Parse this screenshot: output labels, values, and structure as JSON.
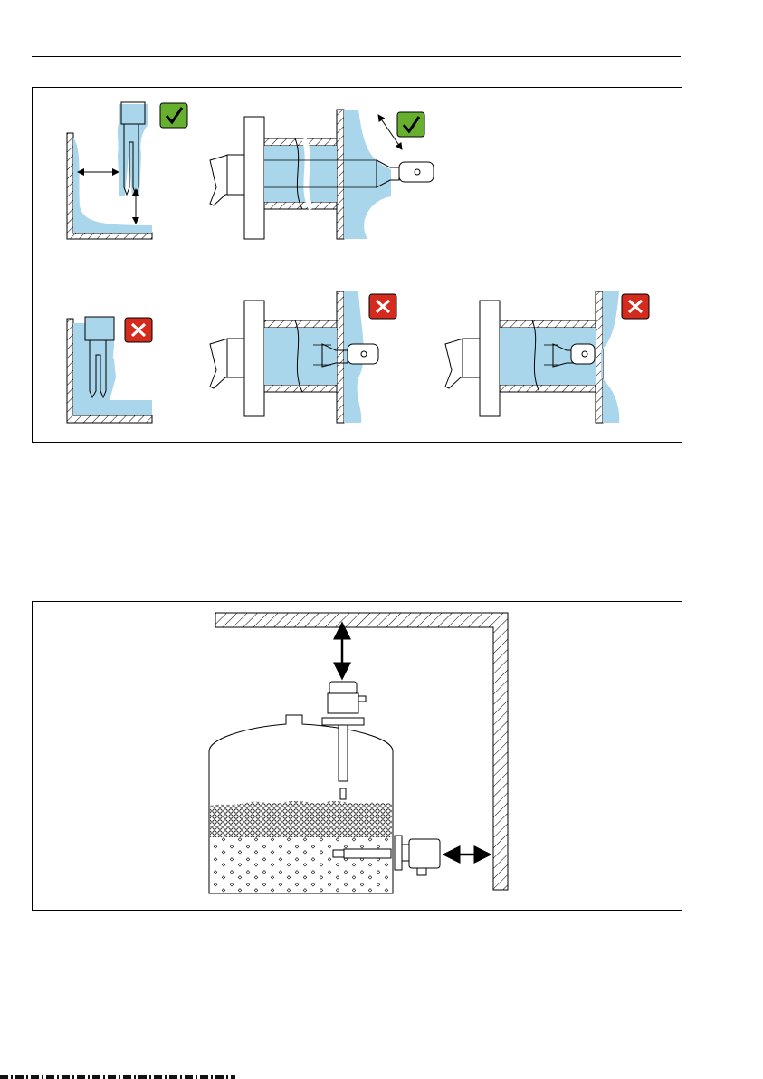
{
  "colors": {
    "medium": "#a9d6ea",
    "ok": "#67b02f",
    "not_ok": "#d52b1e",
    "line": "#000000"
  },
  "figure_1": {
    "panels": [
      {
        "status": "correct",
        "icon": "check-icon"
      },
      {
        "status": "correct",
        "icon": "check-icon"
      },
      {
        "status": "incorrect",
        "icon": "cross-icon"
      },
      {
        "status": "incorrect",
        "icon": "cross-icon"
      },
      {
        "status": "incorrect",
        "icon": "cross-icon"
      }
    ]
  },
  "figure_2": {
    "icons": [
      "double-arrow-icon",
      "sensor-housing-icon",
      "tank-icon",
      "wall-icon"
    ]
  }
}
